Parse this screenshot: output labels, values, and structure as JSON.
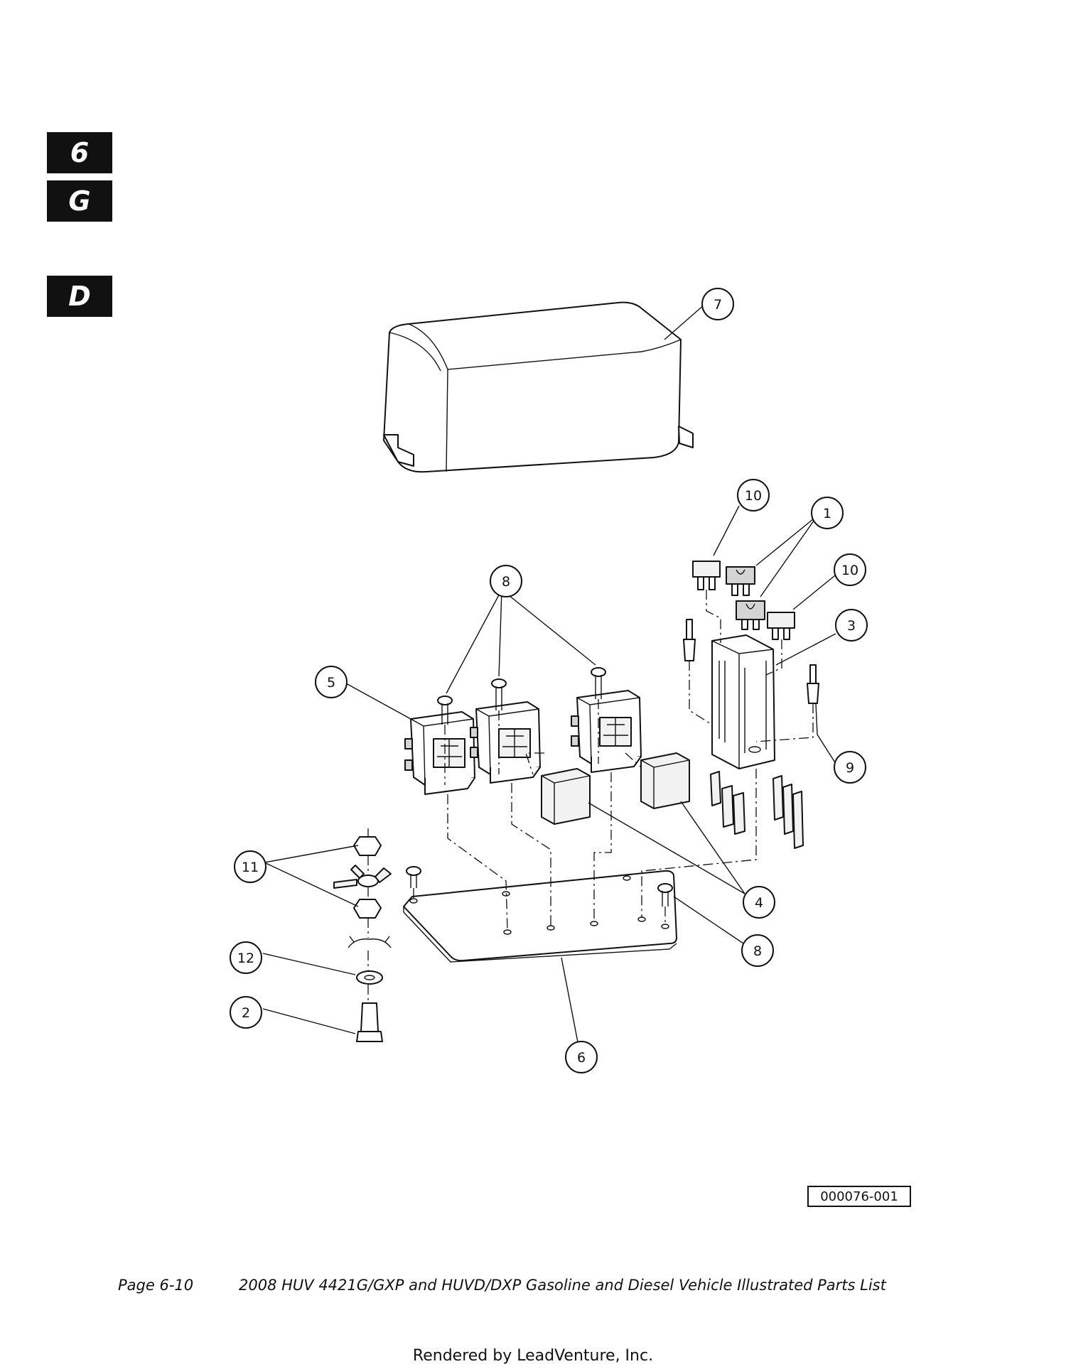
{
  "tabs": [
    "6",
    "G",
    "D"
  ],
  "diagram": {
    "callouts": [
      "7",
      "10",
      "1",
      "10",
      "3",
      "8",
      "5",
      "9",
      "4",
      "11",
      "8",
      "12",
      "2",
      "6"
    ],
    "parts": {
      "cover": "relay-cover",
      "base_plate": "mounting-plate",
      "relay_sockets": 3,
      "relays": 2,
      "fuse_holder": "fuse-block",
      "fuses": 4
    }
  },
  "reference_id": "000076-001",
  "footer": {
    "page": "Page 6-10",
    "title": "2008 HUV 4421G/GXP and HUVD/DXP Gasoline and Diesel Vehicle Illustrated Parts List"
  },
  "rendered_by": "Rendered by LeadVenture, Inc."
}
